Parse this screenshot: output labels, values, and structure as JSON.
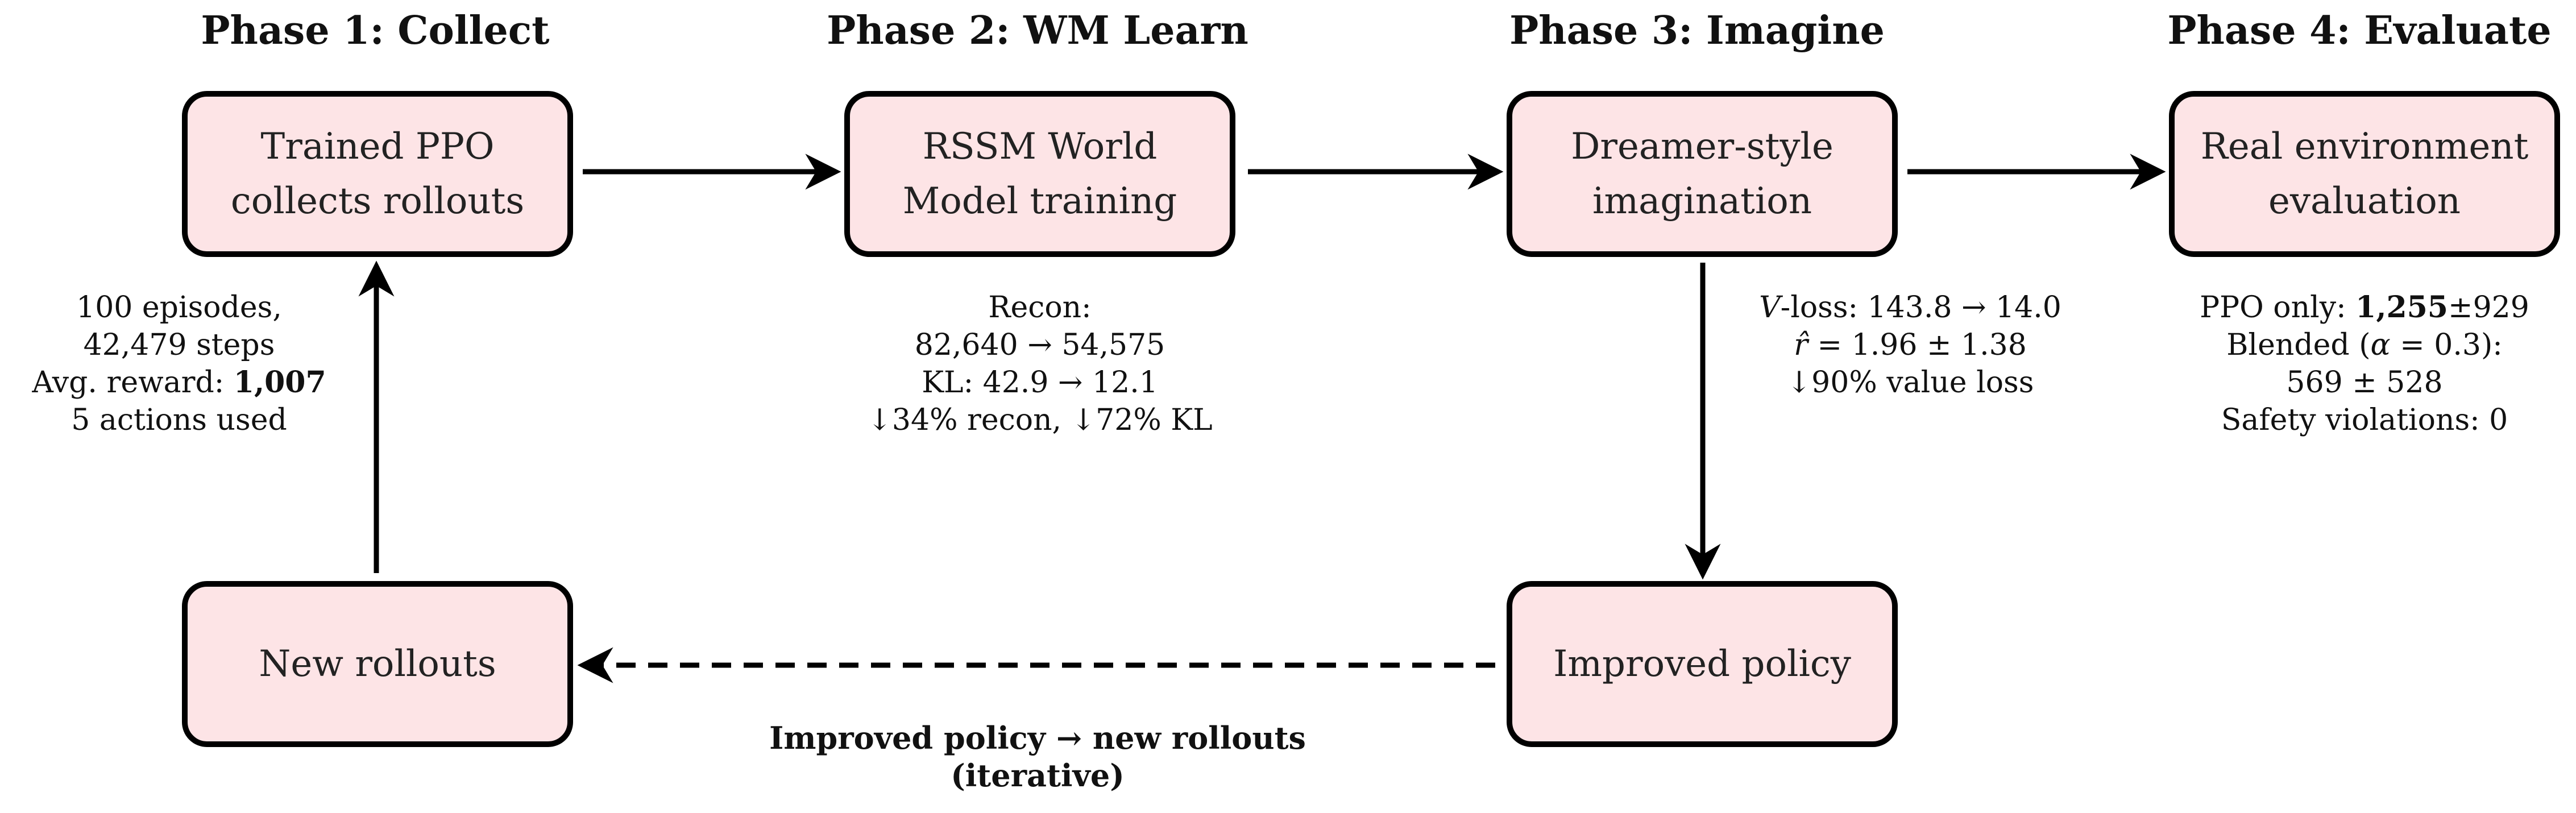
{
  "colors": {
    "node_fill": "#fde4e6",
    "node_border": "#000000",
    "arrow": "#000000",
    "background": "#ffffff"
  },
  "phases": [
    {
      "title": "Phase 1: Collect"
    },
    {
      "title": "Phase 2: WM Learn"
    },
    {
      "title": "Phase 3: Imagine"
    },
    {
      "title": "Phase 4: Evaluate"
    }
  ],
  "nodes": {
    "collect": {
      "line1": "Trained PPO",
      "line2": "collects rollouts"
    },
    "wm_learn": {
      "line1": "RSSM World",
      "line2": "Model training"
    },
    "imagine": {
      "line1": "Dreamer-style",
      "line2": "imagination"
    },
    "evaluate": {
      "line1": "Real environment",
      "line2": "evaluation"
    },
    "improved_policy": {
      "label": "Improved policy"
    },
    "new_rollouts": {
      "label": "New rollouts"
    }
  },
  "annotations": {
    "collect": {
      "line1": "100 episodes,",
      "line2": "42,479 steps",
      "line3_prefix": "Avg. reward: ",
      "line3_value": "1,007",
      "line4": "5 actions used"
    },
    "wm_learn": {
      "line1": "Recon:",
      "line2": "82,640 → 54,575",
      "line3": "KL: 42.9 → 12.1",
      "line4": "↓34% recon, ↓72% KL"
    },
    "imagine": {
      "line1_var": "V",
      "line1_rest": "-loss: 143.8 → 14.0",
      "line2_var": "r̂",
      "line2_rest": " = 1.96 ± 1.38",
      "line3": "↓90% value loss"
    },
    "evaluate": {
      "line1_prefix": "PPO only: ",
      "line1_value": "1,255",
      "line1_suffix": "±929",
      "line2_prefix": "Blended (",
      "line2_var": "α",
      "line2_suffix": " = 0.3):",
      "line3": "569 ± 528",
      "line4": "Safety violations: 0"
    }
  },
  "loop_label": {
    "line1": "Improved policy → new rollouts",
    "line2": "(iterative)"
  }
}
